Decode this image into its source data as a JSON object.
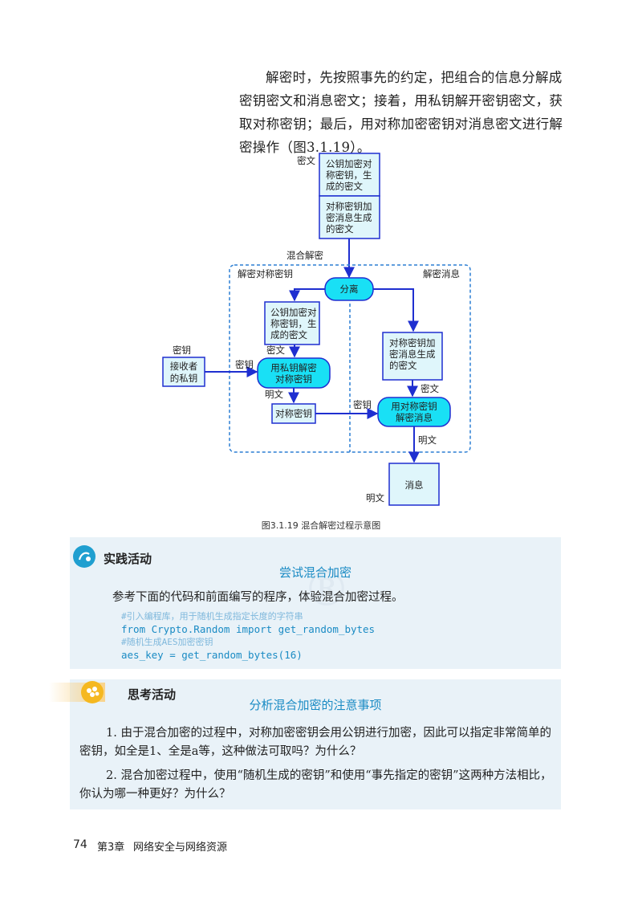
{
  "intro_paragraph": "解密时，先按照事先的约定，把组合的信息分解成密钥密文和消息密文；接着，用私钥解开密钥密文，获取对称密钥；最后，用对称加密密钥对消息密文进行解密操作（图3.1.19）。",
  "diagram": {
    "label_ciphertext_top": "密文",
    "box_key_ciphertext": [
      "公钥加密对",
      "称密钥，生",
      "成的密文"
    ],
    "box_message_ciphertext": [
      "对称密钥加",
      "密消息生成",
      "的密文"
    ],
    "label_hybrid_decrypt": "混合解密",
    "label_decrypt_symkey": "解密对称密钥",
    "label_decrypt_message": "解密消息",
    "node_split": "分离",
    "box_key_ciphertext_2": [
      "公钥加密对",
      "称密钥，生",
      "成的密文"
    ],
    "label_ciphertext_2": "密文",
    "label_key": "密钥",
    "box_private_key": [
      "接收者",
      "的私钥"
    ],
    "label_key_2": "密钥",
    "node_decrypt_private": [
      "用私钥解密",
      "对称密钥"
    ],
    "label_plaintext_1": "明文",
    "box_symmetric_key": "对称密钥",
    "box_message_ciphertext_2": [
      "对称密钥加",
      "密消息生成",
      "的密文"
    ],
    "label_ciphertext_3": "密文",
    "label_key_3": "密钥",
    "node_decrypt_symmetric": [
      "用对称密钥",
      "解密消息"
    ],
    "label_plaintext_2": "明文",
    "box_message": "消息",
    "label_plaintext_3": "明文"
  },
  "caption": "图3.1.19    混合解密过程示意图",
  "practice": {
    "section": "实践活动",
    "title": "尝试混合加密",
    "instruction": "参考下面的代码和前面编写的程序，体验混合加密过程。",
    "code": [
      "#引入编程库，用于随机生成指定长度的字符串",
      "from Crypto.Random import get_random_bytes",
      "#随机生成AES加密密钥",
      "aes_key = get_random_bytes(16)"
    ],
    "watermark": "®"
  },
  "thinking": {
    "section": "思考活动",
    "title": "分析混合加密的注意事项",
    "q1": "1. 由于混合加密的过程中，对称加密密钥会用公钥进行加密，因此可以指定非常简单的密钥，如全是1、全是a等，这种做法可取吗？为什么？",
    "q2": "2. 混合加密过程中，使用“随机生成的密钥”和使用“事先指定的密钥”这两种方法相比，你认为哪一种更好？为什么？"
  },
  "footer": {
    "page_number": "74",
    "chapter": "第3章",
    "chapter_title": "网络安全与网络资源"
  },
  "colors": {
    "line_blue": "#1f2fd0",
    "box_fill": "#dff6fb",
    "node_fill": "#19e0f5",
    "accent_blue": "#1a8bc4",
    "panel_bg": "#e9f2f8"
  }
}
